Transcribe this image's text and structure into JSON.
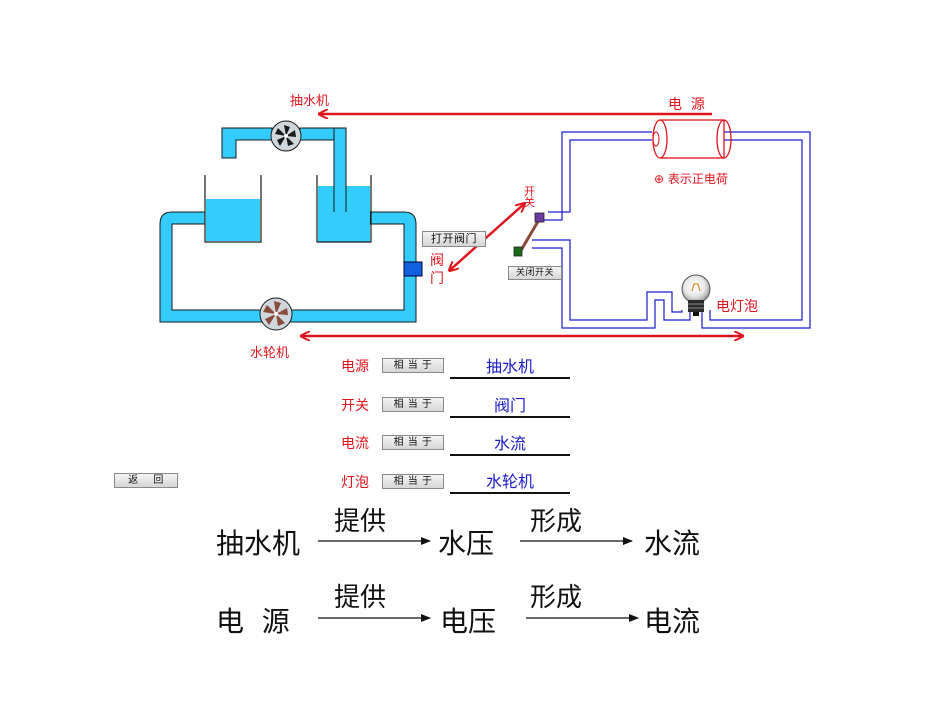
{
  "labels": {
    "pump": "抽水机",
    "power_source": "电  源",
    "switch": "开\n关",
    "valve": "阀\n门",
    "positive_charge": "⊕ 表示正电荷",
    "bulb": "电灯泡",
    "turbine": "水轮机"
  },
  "buttons": {
    "open_valve": "打开阀门",
    "close_switch": "关闭开关",
    "back": "返    回",
    "equals": "相 当 于"
  },
  "comparisons": [
    {
      "term": "电源",
      "answer": "抽水机"
    },
    {
      "term": "开关",
      "answer": "阀门"
    },
    {
      "term": "电流",
      "answer": "水流"
    },
    {
      "term": "灯泡",
      "answer": "水轮机"
    }
  ],
  "chains": [
    {
      "source": "抽水机",
      "step1": "提供",
      "middle": "水压",
      "step2": "形成",
      "result": "水流"
    },
    {
      "source": "电  源",
      "step1": "提供",
      "middle": "电压",
      "step2": "形成",
      "result": "电流"
    }
  ],
  "colors": {
    "water": "#33ccff",
    "pipe_outline": "#1a1a1a",
    "arrow": "#e0141c",
    "wire": "#1a1acc",
    "answer_text": "#1a1ac8"
  }
}
